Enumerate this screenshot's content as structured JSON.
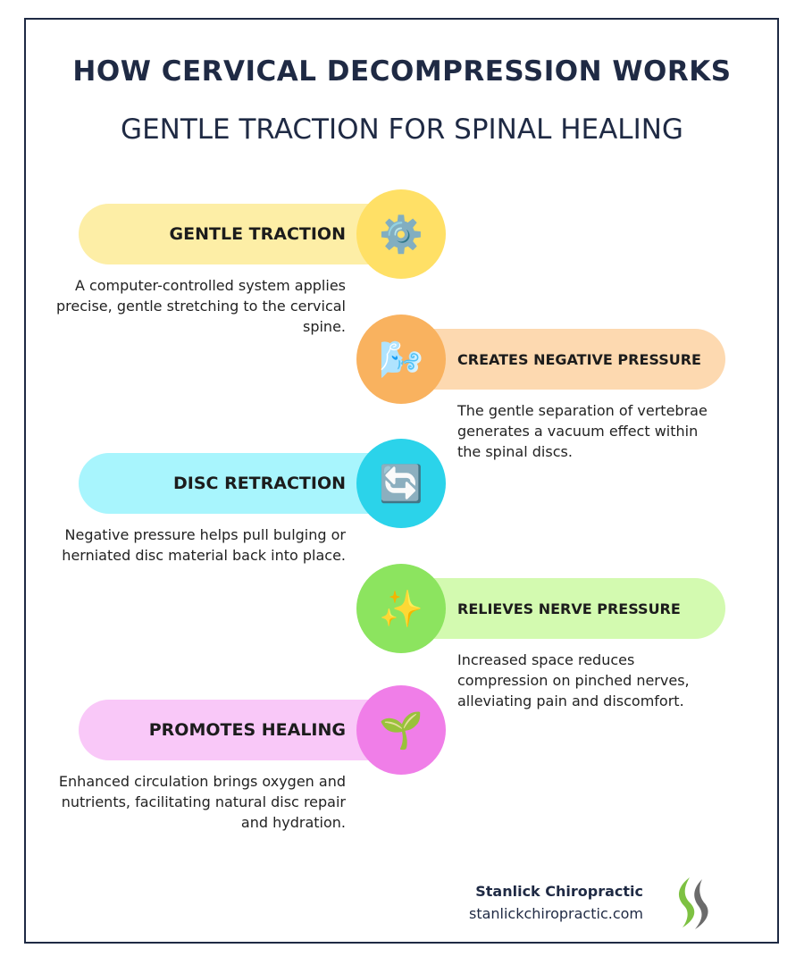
{
  "title": "HOW CERVICAL DECOMPRESSION WORKS",
  "subtitle": "GENTLE TRACTION FOR SPINAL HEALING",
  "steps": [
    {
      "label": "GENTLE TRACTION",
      "icon": "gear-icon",
      "glyph": "⚙️",
      "desc": "A computer-controlled system applies precise, gentle stretching to the cervical spine.",
      "pill": "#fdeea6",
      "circle": "#ffe066"
    },
    {
      "label": "CREATES NEGATIVE PRESSURE",
      "icon": "blowing-face-icon",
      "glyph": "🌬️",
      "desc": "The gentle separation of vertebrae generates a vacuum effect within the spinal discs.",
      "pill": "#fdd9b0",
      "circle": "#f9b25f"
    },
    {
      "label": "DISC RETRACTION",
      "icon": "refresh-arrows-icon",
      "glyph": "🔄",
      "desc": "Negative pressure helps pull bulging or herniated disc material back into place.",
      "pill": "#a8f5fd",
      "circle": "#2bd3ea"
    },
    {
      "label": "RELIEVES NERVE PRESSURE",
      "icon": "sparkles-icon",
      "glyph": "✨",
      "desc": "Increased space reduces compression on pinched nerves, alleviating pain and discomfort.",
      "pill": "#d3fab0",
      "circle": "#8ce45f"
    },
    {
      "label": "PROMOTES HEALING",
      "icon": "seedling-icon",
      "glyph": "🌱",
      "desc": "Enhanced circulation brings oxygen and nutrients, facilitating natural disc repair and hydration.",
      "pill": "#f9c8f8",
      "circle": "#f07ee8"
    }
  ],
  "brand": {
    "name": "Stanlick Chiropractic",
    "url": "stanlickchiropractic.com"
  }
}
